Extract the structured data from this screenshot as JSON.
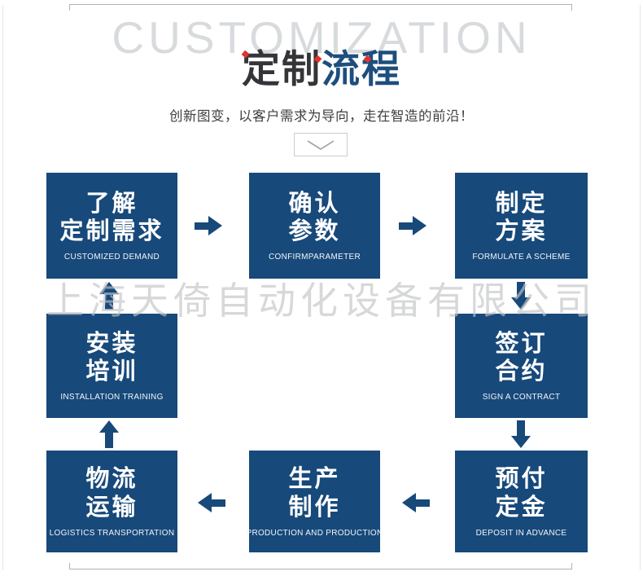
{
  "header": {
    "background_word": "CUSTOMIZATION",
    "title_part1": "定制",
    "title_part2": "流程",
    "subtitle": "创新图变，以客户需求为导向，走在智造的前沿！"
  },
  "watermark": "上海天倚自动化设备有限公司",
  "colors": {
    "box_blue": "#17497a",
    "title_blue": "#1d4e7d",
    "title_dark": "#353539",
    "accent_red": "#dd342e",
    "background_word_gray": "#d8dbdd"
  },
  "flow": {
    "steps": [
      {
        "lines": [
          "了解",
          "定制需求"
        ],
        "en": "CUSTOMIZED DEMAND"
      },
      {
        "lines": [
          "确认",
          "参数"
        ],
        "en": "CONFIRMPARAMETER"
      },
      {
        "lines": [
          "制定",
          "方案"
        ],
        "en": "FORMULATE A SCHEME"
      },
      {
        "lines": [
          "签订",
          "合约"
        ],
        "en": "SIGN A CONTRACT"
      },
      {
        "lines": [
          "预付",
          "定金"
        ],
        "en": "DEPOSIT IN ADVANCE"
      },
      {
        "lines": [
          "生产",
          "制作"
        ],
        "en": "PRODUCTION AND PRODUCTION"
      },
      {
        "lines": [
          "物流",
          "运输"
        ],
        "en": "LOGISTICS TRANSPORTATION"
      },
      {
        "lines": [
          "安装",
          "培训"
        ],
        "en": "INSTALLATION TRAINING"
      }
    ]
  }
}
